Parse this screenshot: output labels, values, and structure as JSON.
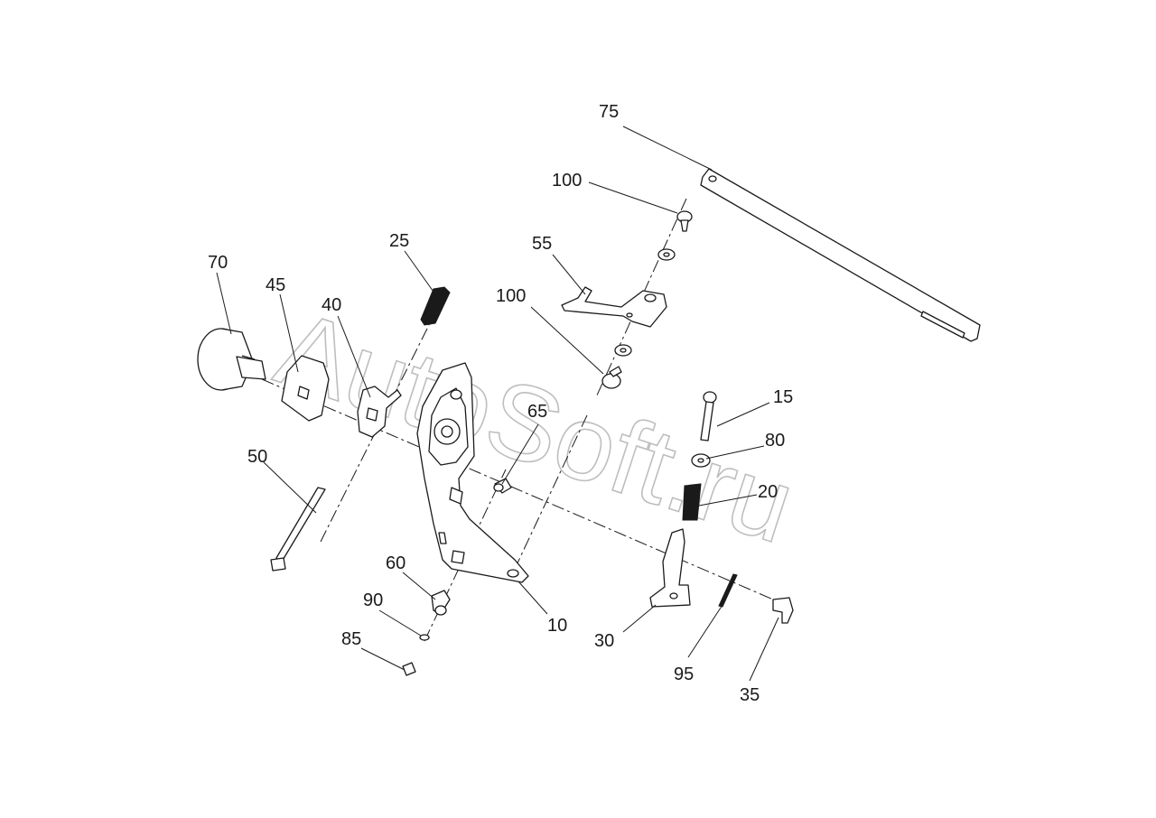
{
  "watermark": "AutoSoft.ru",
  "callouts": [
    {
      "id": "c75",
      "text": "75"
    },
    {
      "id": "c100a",
      "text": "100"
    },
    {
      "id": "c55",
      "text": "55"
    },
    {
      "id": "c100b",
      "text": "100"
    },
    {
      "id": "c25",
      "text": "25"
    },
    {
      "id": "c70",
      "text": "70"
    },
    {
      "id": "c45",
      "text": "45"
    },
    {
      "id": "c40",
      "text": "40"
    },
    {
      "id": "c65",
      "text": "65"
    },
    {
      "id": "c15",
      "text": "15"
    },
    {
      "id": "c80",
      "text": "80"
    },
    {
      "id": "c20",
      "text": "20"
    },
    {
      "id": "c50",
      "text": "50"
    },
    {
      "id": "c60",
      "text": "60"
    },
    {
      "id": "c90",
      "text": "90"
    },
    {
      "id": "c85",
      "text": "85"
    },
    {
      "id": "c10",
      "text": "10"
    },
    {
      "id": "c30",
      "text": "30"
    },
    {
      "id": "c95",
      "text": "95"
    },
    {
      "id": "c35",
      "text": "35"
    }
  ]
}
